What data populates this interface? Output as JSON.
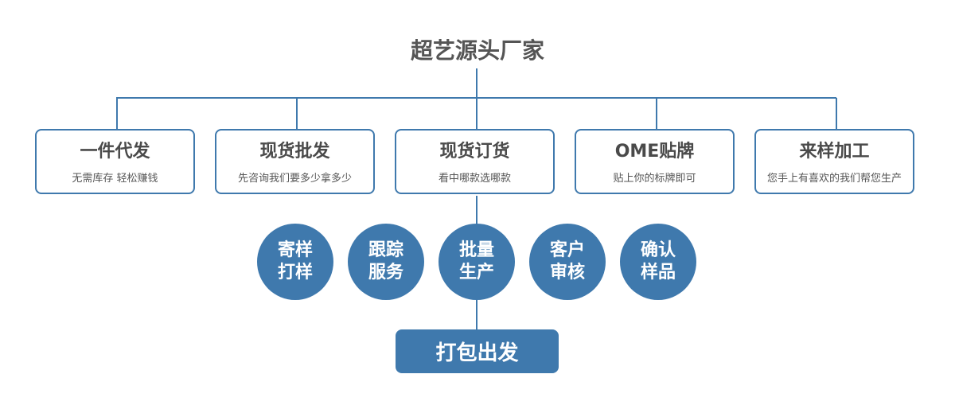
{
  "title": "超艺源头厂家",
  "cards": [
    {
      "title": "一件代发",
      "subtitle": "无需库存 轻松赚钱"
    },
    {
      "title": "现货批发",
      "subtitle": "先咨询我们要多少拿多少"
    },
    {
      "title": "现货订货",
      "subtitle": "看中哪款选哪款"
    },
    {
      "title": "OME贴牌",
      "subtitle": "贴上你的标牌即可"
    },
    {
      "title": "来样加工",
      "subtitle": "您手上有喜欢的我们帮您生产"
    }
  ],
  "steps": [
    "寄样打样",
    "跟踪服务",
    "批量生产",
    "客户审核",
    "确认样品"
  ],
  "final": "打包出发",
  "colors": {
    "accent": "#3f79ad",
    "text": "#4a4a4a"
  }
}
